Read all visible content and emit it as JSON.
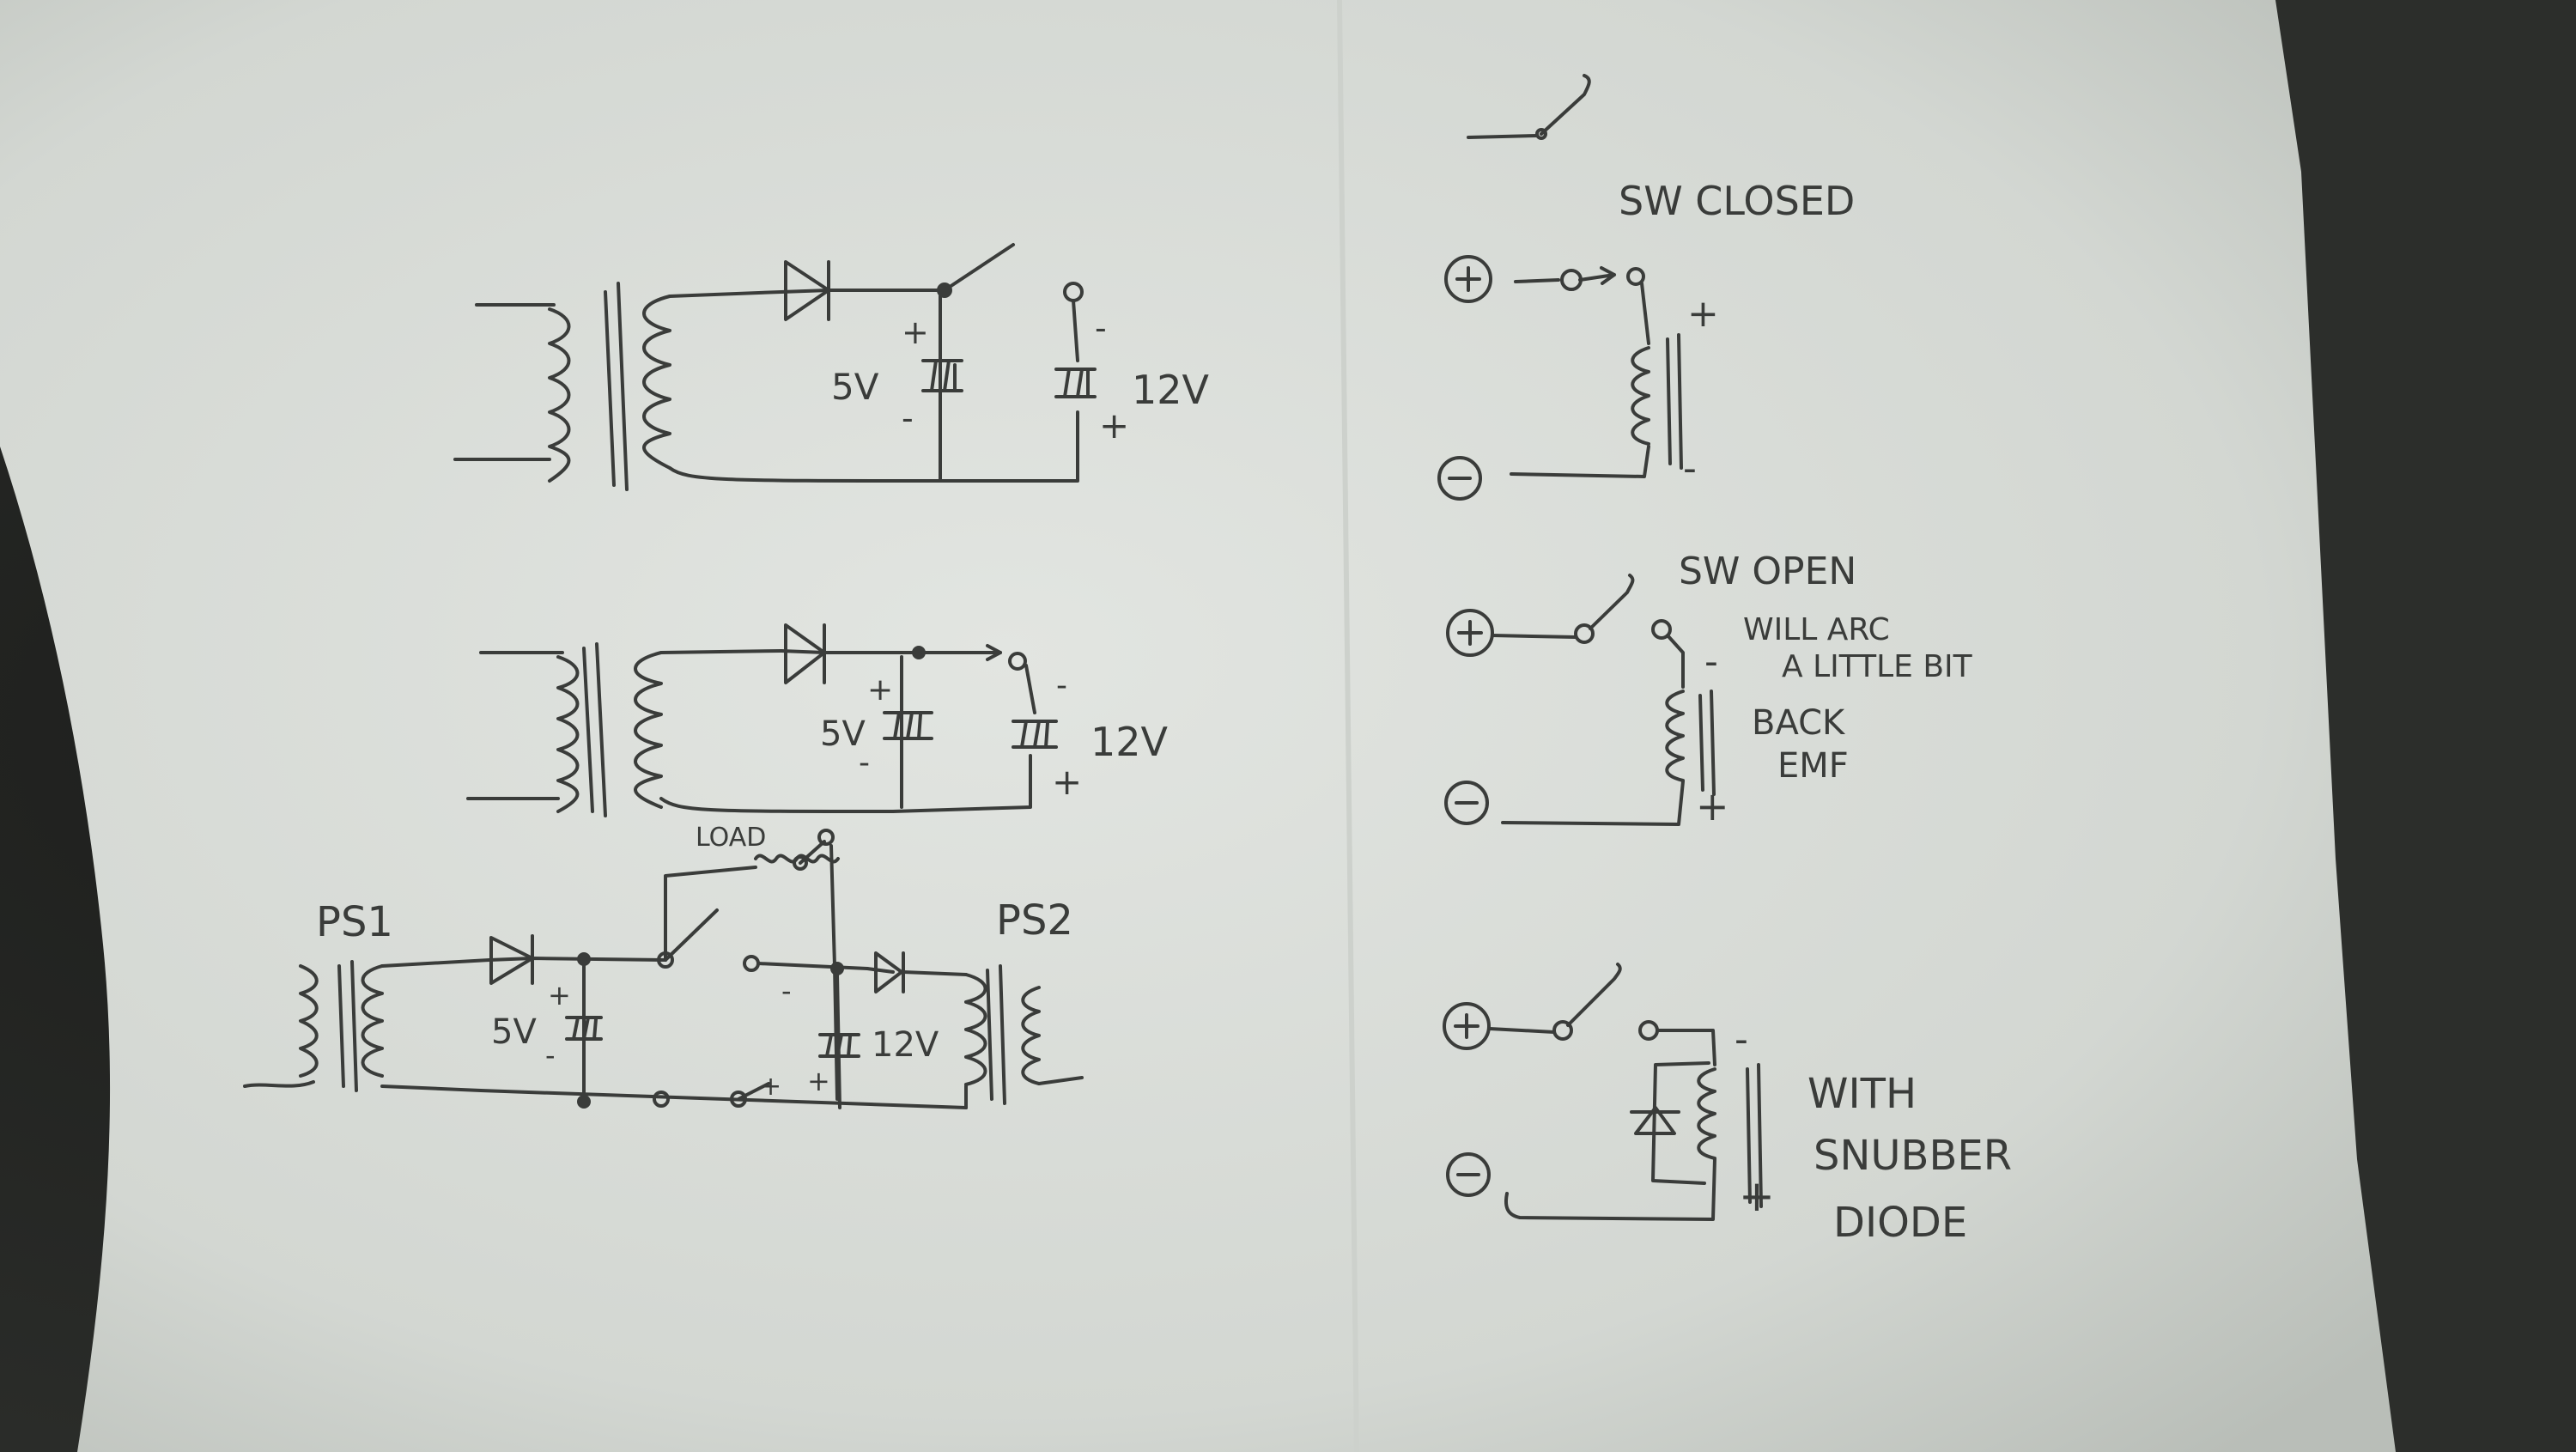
{
  "colors": {
    "paper": "#d9ddd8",
    "paper_shade": "#c4c8c3",
    "ink": "#3a3c3a",
    "background": "#2a2b28"
  },
  "left": {
    "top_circuit": {
      "v5": "5V",
      "v12": "12V",
      "plus": "+",
      "minus": "-"
    },
    "mid_circuit": {
      "v5": "5V",
      "v12": "12V",
      "plus": "+",
      "minus": "-"
    },
    "bottom_circuit": {
      "ps1": "PS1",
      "ps2": "PS2",
      "load": "LOAD",
      "v5": "5V",
      "v12": "12V",
      "plus": "+",
      "minus": "-"
    }
  },
  "right": {
    "sw_closed": {
      "title": "SW CLOSED",
      "plus_terminal": "+",
      "minus_terminal": "-",
      "coil_plus": "+",
      "coil_minus": "-"
    },
    "sw_open": {
      "title": "SW OPEN",
      "note_line1": "WILL ARC",
      "note_line2": "A LITTLE BIT",
      "back_line1": "BACK",
      "back_line2": "EMF",
      "plus_terminal": "+",
      "minus_terminal": "-",
      "coil_plus": "+",
      "coil_minus": "-"
    },
    "snubber": {
      "line1": "WITH",
      "line2": "SNUBBER",
      "line3": "DIODE",
      "plus_terminal": "+",
      "minus_terminal": "-",
      "coil_plus": "+",
      "coil_minus": "-"
    }
  }
}
